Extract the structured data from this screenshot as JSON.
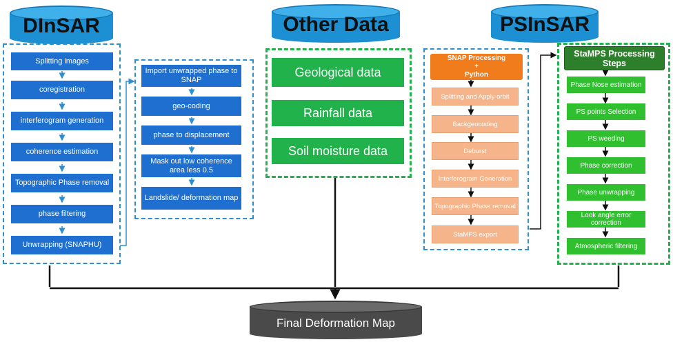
{
  "headers": {
    "dinsar": "DInSAR",
    "other": "Other Data",
    "psinsar": "PSInSAR"
  },
  "dinsar_steps": [
    "Splitting images",
    "coregistration",
    "interferogram generation",
    "coherence estimation",
    "Topographic Phase removal",
    "phase filtering",
    "Unwrapping (SNAPHU)"
  ],
  "snap_steps": [
    "Import unwrapped phase to SNAP",
    "geo-coding",
    "phase to displacement",
    "Mask out low coherence area less 0.5",
    "Landslide/ deformation map"
  ],
  "other_data": [
    "Geological data",
    "Rainfall data",
    "Soil moisture data"
  ],
  "snap_python": {
    "title_line1": "SNAP Processing",
    "title_line2": "+",
    "title_line3": "Python",
    "steps": [
      "Splitting and Apply orbit",
      "Backgeocoding",
      "Deburst",
      "Interferogram Generation",
      "Topographic Phase removal",
      "StaMPS export"
    ]
  },
  "stamps": {
    "title": "StaMPS Processing Steps",
    "steps": [
      "Phase Nose estimation",
      "PS points Selection",
      "PS weeding",
      "Phase correction",
      "Phase unwrapping",
      "Look angle error correction",
      "Atmospheric filtering"
    ]
  },
  "final": "Final Deformation Map",
  "colors": {
    "cylinder_blue": "#1d8fd3",
    "box_blue": "#1f6fd1",
    "box_green": "#22b24c",
    "box_orange": "#f07c1c",
    "box_peach": "#f5b48a",
    "box_dark_green": "#2d7f2b",
    "cylinder_gray": "#4a4a4a"
  }
}
